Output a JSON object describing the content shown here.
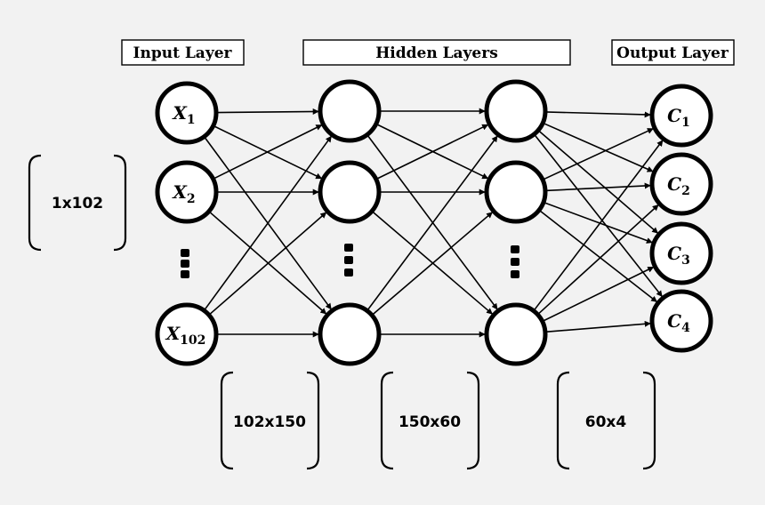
{
  "titles": {
    "input": "Input Layer",
    "hidden": "Hidden Layers",
    "output": "Output Layer"
  },
  "input_nodes": [
    {
      "base": "X",
      "sub": "1"
    },
    {
      "base": "X",
      "sub": "2"
    },
    {
      "base": "X",
      "sub": "102"
    }
  ],
  "output_nodes": [
    {
      "base": "C",
      "sub": "1"
    },
    {
      "base": "C",
      "sub": "2"
    },
    {
      "base": "C",
      "sub": "3"
    },
    {
      "base": "C",
      "sub": "4"
    }
  ],
  "dimensions": {
    "input": "1x102",
    "w1": "102x150",
    "w2": "150x60",
    "w3": "60x4"
  }
}
